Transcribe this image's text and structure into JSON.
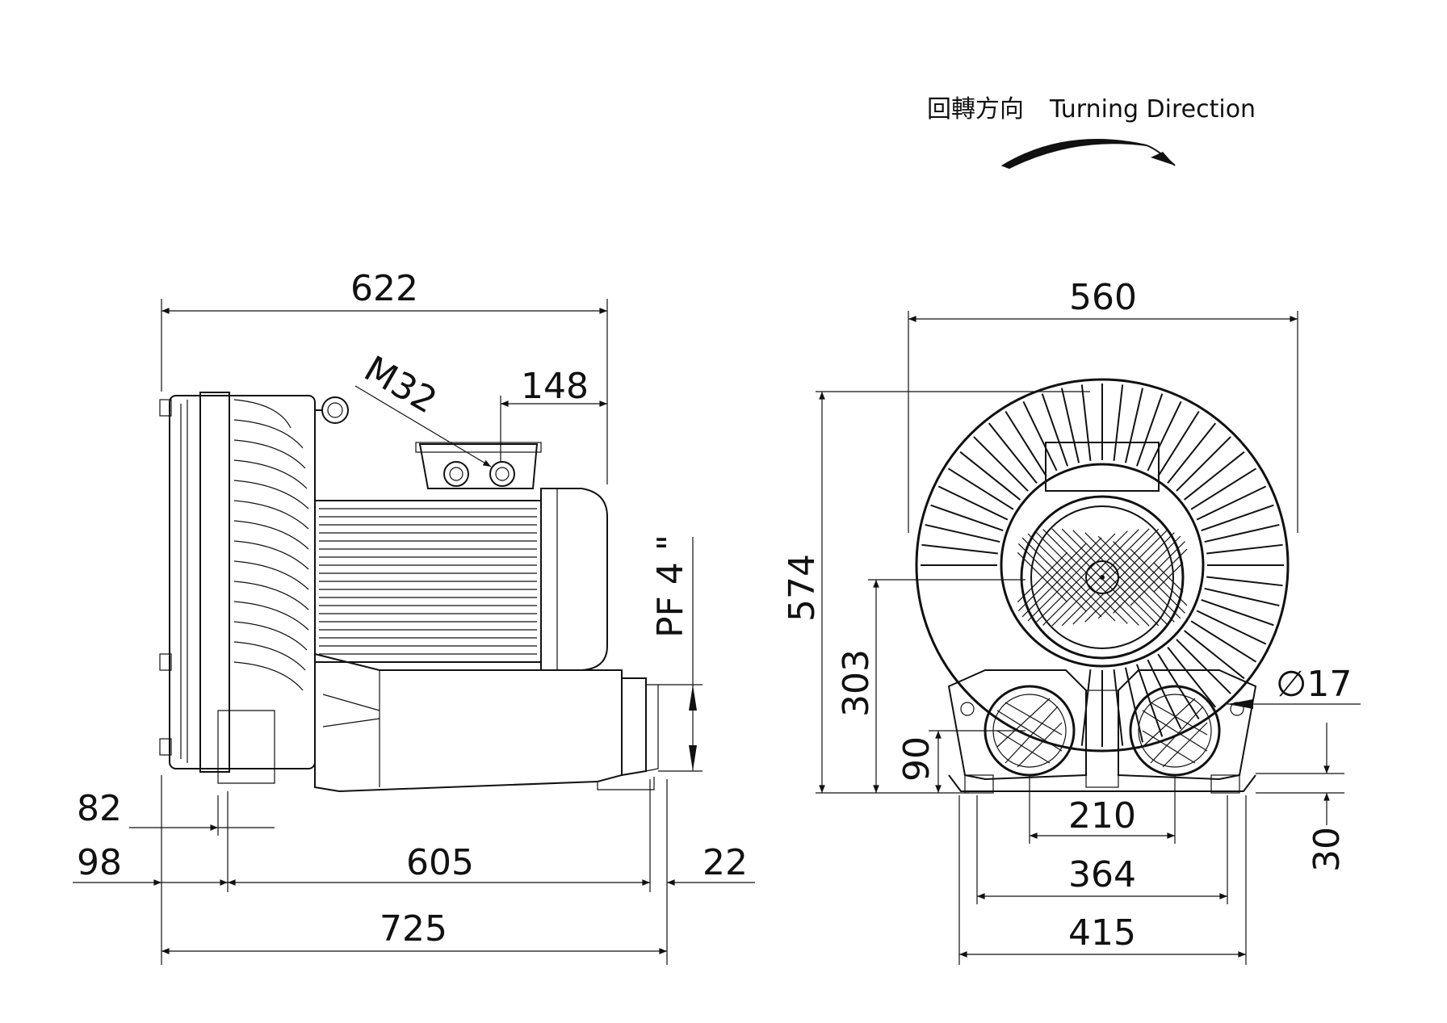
{
  "turning_direction": {
    "label_cn": "回轉方向",
    "label_en": "Turning Direction"
  },
  "side_view": {
    "overall_width": "622",
    "cable_gland": "M32",
    "gland_offset": "148",
    "port_thread": "PF 4 \"",
    "foot_82": "82",
    "foot_98": "98",
    "base_605": "605",
    "overhang_22": "22",
    "total_725": "725"
  },
  "front_view": {
    "overall_width": "560",
    "overall_height": "574",
    "port_height": "303",
    "port_center_90": "90",
    "hole_dia": "∅17",
    "port_spacing_210": "210",
    "base_thickness_30": "30",
    "foot_spacing_364": "364",
    "base_width_415": "415"
  }
}
